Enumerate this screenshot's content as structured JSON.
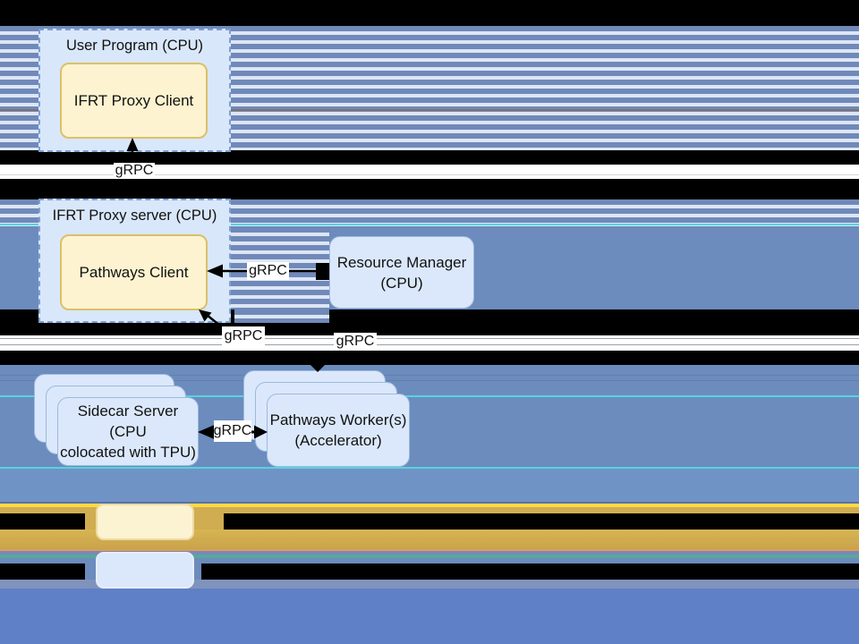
{
  "colors": {
    "stripe_blue": "#7089b9",
    "stripe_light": "#dde6f5",
    "solid_blue": "#6b8cbd",
    "bottom_blue": "#5f80c6",
    "blue_gray": "#8093bd",
    "band_black": "#000000",
    "band_white": "#ffffff",
    "gold": "#d0ad51",
    "gold_dark": "#c9a24c",
    "yellow_line": "#ffd944",
    "cyan_line": "#59d2e0",
    "teal_line": "#58a89b",
    "violet_line": "#7d86bf",
    "brown_line": "#8a6a4f",
    "node_blue_fill": "#dbe8fb",
    "node_blue_border": "#9db9dd",
    "container_fill": "#d9e7fa",
    "container_border": "#7d9fd1",
    "node_yellow_fill": "#fdf3d0",
    "node_yellow_border": "#dcc069",
    "legend_yellow_fill": "#fcf3d2",
    "legend_yellow_border": "#eddaa2",
    "legend_blue_fill": "#dbe7fa",
    "legend_blue_border": "#e6eefb",
    "text": "#111111"
  },
  "diagram": {
    "user_program": {
      "title": "User Program (CPU)",
      "client": "IFRT Proxy Client"
    },
    "proxy_server": {
      "title": "IFRT Proxy server (CPU)",
      "client": "Pathways Client"
    },
    "resource_manager": {
      "line1": "Resource Manager",
      "line2": "(CPU)"
    },
    "sidecar_server": {
      "line1": "Sidecar Server (CPU",
      "line2": "colocated with TPU)"
    },
    "pathways_workers": {
      "line1": "Pathways Worker(s)",
      "line2": "(Accelerator)"
    },
    "grpc": {
      "client_proxy": "gRPC",
      "rm_client": "gRPC",
      "sidecar_client": "gRPC",
      "rm_workers": "gRPC",
      "sidecar_workers": "gRPC"
    }
  }
}
